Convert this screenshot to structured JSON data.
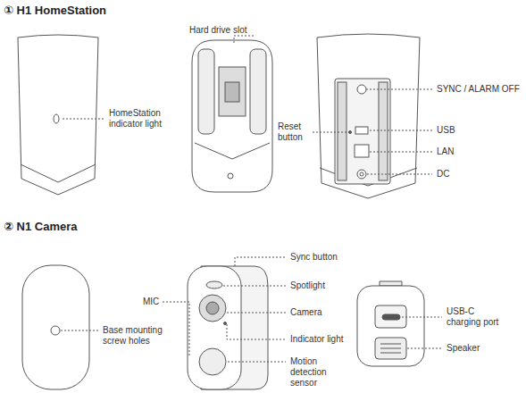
{
  "diagram": {
    "labels": [
      "① H1 HomeStation",
      "HomeStation indicator light",
      "Hard drive slot",
      "Reset button",
      "SYNC / ALARM OFF",
      "USB",
      "LAN",
      "DC",
      "② N1 Camera",
      "Base mounting screw holes",
      "MIC",
      "Sync button",
      "Spotlight",
      "Camera",
      "Indicator light",
      "Motion detection sensor",
      "USB-C charging port",
      "Speaker"
    ]
  }
}
